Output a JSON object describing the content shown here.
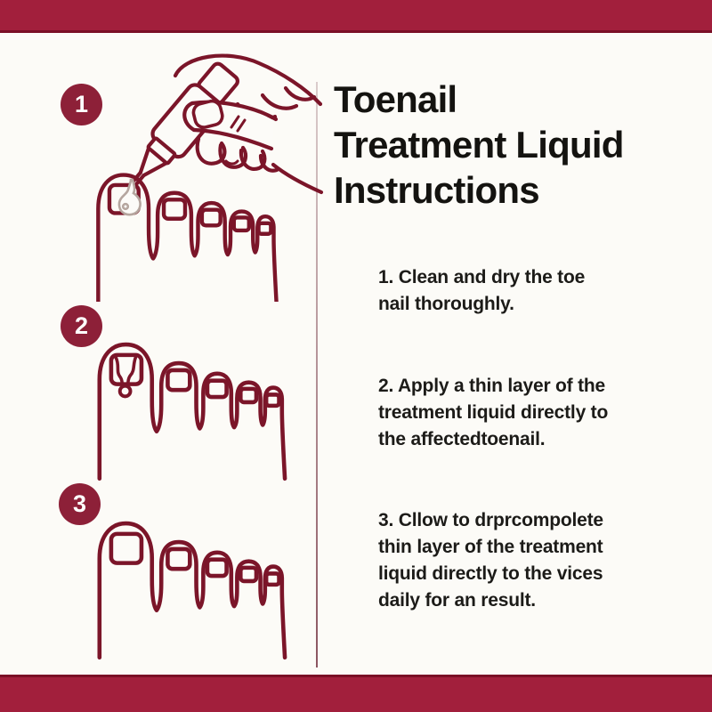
{
  "title": {
    "lines": [
      "Toenail",
      "Treatment Liquid",
      "Instructions"
    ]
  },
  "steps": [
    {
      "badge": "1",
      "lines": [
        "1. Clean and dry the toe",
        "nail thoroughly."
      ],
      "illustration": "hand applying dropper bottle drop to big toenail"
    },
    {
      "badge": "2",
      "lines": [
        "2. Apply a thin layer of the",
        "treatment liquid directly to",
        "the affectedtoenail."
      ],
      "illustration": "foot with treatment liquid drip spreading on big toenail"
    },
    {
      "badge": "3",
      "lines": [
        "3. Cllow to drprcompolete",
        "thin layer of the treatment",
        "liquid directly to the vices",
        "daily for an result."
      ],
      "illustration": "foot with clean healthy big toenail"
    }
  ],
  "colors": {
    "frame_red": "#A21F3C",
    "frame_edge": "#7A0F26",
    "line_art": "#7B1529",
    "badge_bg": "#8D2038",
    "badge_text": "#FFFFFF",
    "title": "#141310",
    "text_dark": "#1C1B18",
    "paper": "#FCFBF7",
    "drop_gray": "#B5A69F",
    "divider": "#8B5560"
  }
}
